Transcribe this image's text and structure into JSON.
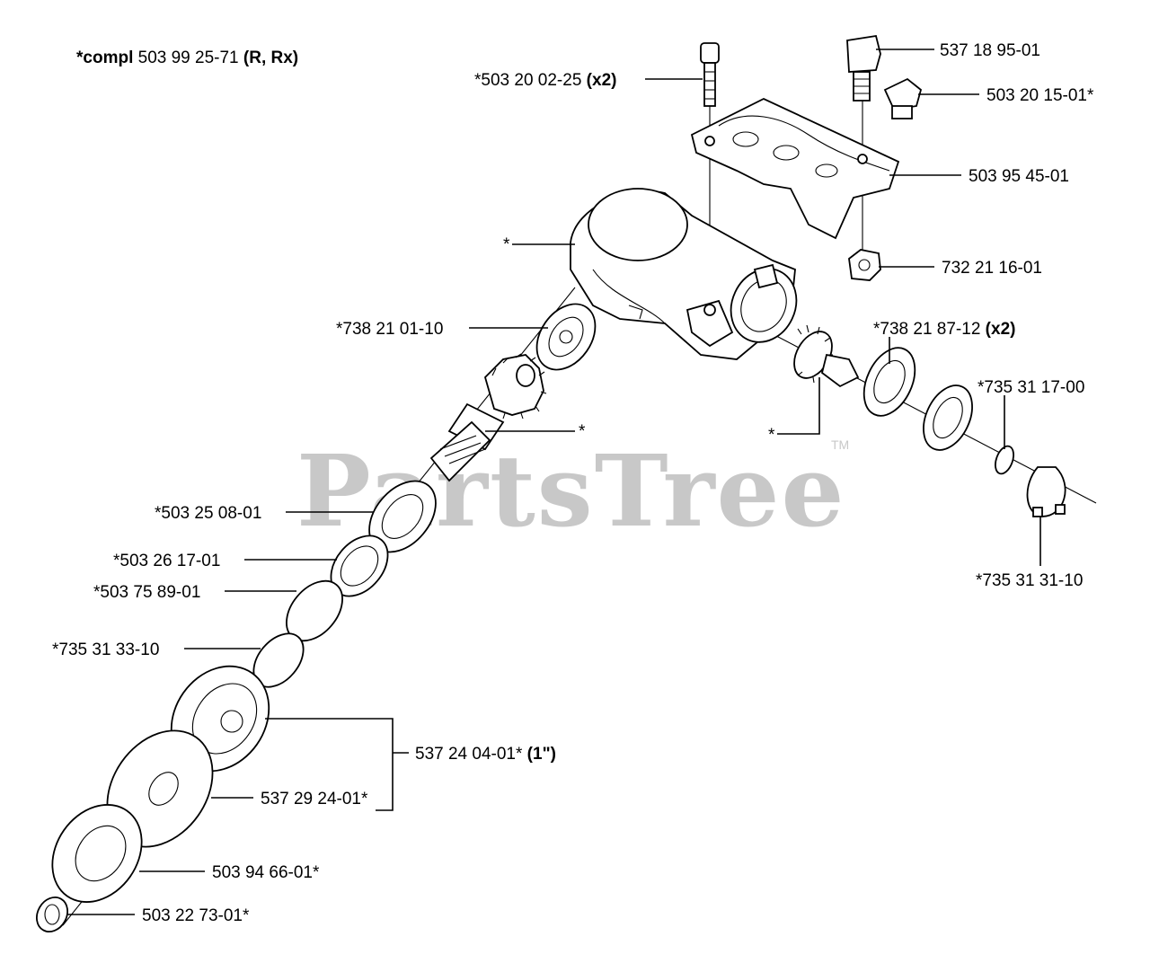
{
  "header": {
    "prefix": "*compl",
    "number": " 503 99 25-71 ",
    "suffix": "(R, Rx)"
  },
  "watermark": {
    "text": "PartsTree",
    "tm": "TM"
  },
  "callouts": {
    "p537_18_95_01": "537 18 95-01",
    "p503_20_02_25": "*503 20 02-25",
    "p503_20_02_25_qty": "(x2)",
    "p503_20_15_01": "503 20 15-01*",
    "p503_95_45_01": "503 95 45-01",
    "p732_21_16_01": "732 21 16-01",
    "housing_star": "*",
    "p738_21_01_10": "*738 21 01-10",
    "p738_21_87_12": "*738 21 87-12",
    "p738_21_87_12_qty": "(x2)",
    "p735_31_17_00": "*735 31 17-00",
    "shaft_star": "*",
    "pinion_star": "*",
    "p503_25_08_01": "*503 25 08-01",
    "p503_26_17_01": "*503 26 17-01",
    "p503_75_89_01": "*503 75 89-01",
    "p735_31_31_10": "*735 31 31-10",
    "p735_31_33_10": "*735 31 33-10",
    "p537_24_04_01": "537 24 04-01*",
    "p537_24_04_01_size": "(1\")",
    "p537_29_24_01": "537 29 24-01*",
    "p503_94_66_01": "503 94 66-01*",
    "p503_22_73_01": "503 22 73-01*"
  }
}
